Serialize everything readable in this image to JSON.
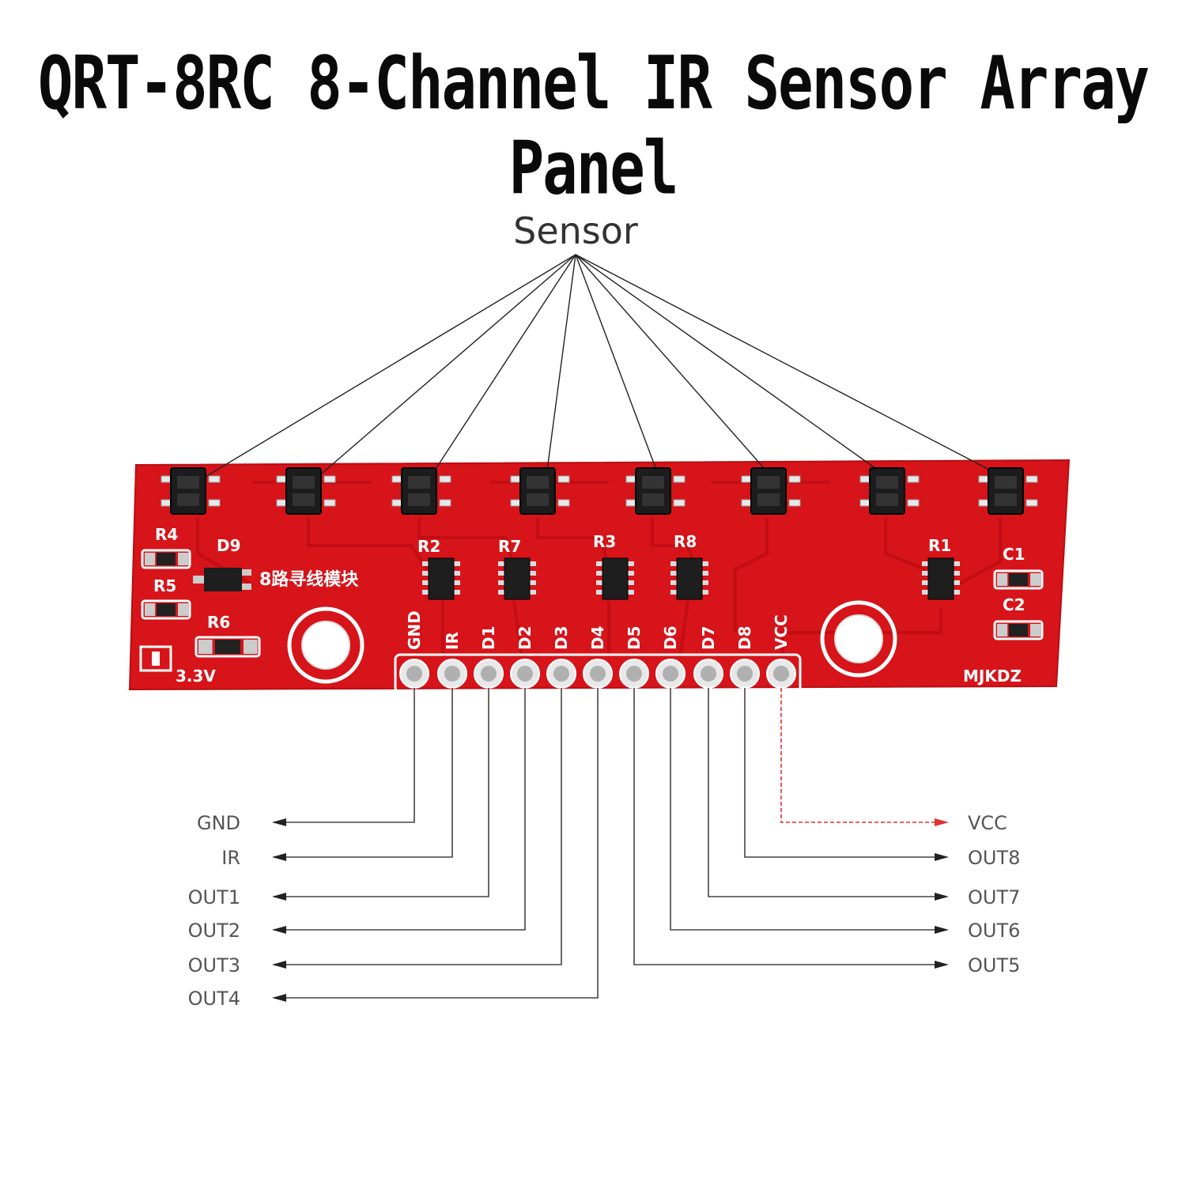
{
  "title": "QRT-8RC 8-Channel IR Sensor Array Panel",
  "sensor_label": "Sensor",
  "board": {
    "color": "#d6141a",
    "silk_color": "#ffffff",
    "components": [
      "R4",
      "D9",
      "R5",
      "R6",
      "R2",
      "R7",
      "R3",
      "R8",
      "R1",
      "C1",
      "C2"
    ],
    "voltage_label": "3.3V",
    "chinese_label": "8路寻线模块",
    "brand_label": "MJKDZ",
    "pins": [
      "GND",
      "IR",
      "D1",
      "D2",
      "D3",
      "D4",
      "D5",
      "D6",
      "D7",
      "D8",
      "VCC"
    ]
  },
  "outputs_left": [
    "GND",
    "IR",
    "OUT1",
    "OUT2",
    "OUT3",
    "OUT4"
  ],
  "outputs_right": [
    "VCC",
    "OUT8",
    "OUT7",
    "OUT6",
    "OUT5"
  ],
  "colors": {
    "line": "#444444",
    "vcc_line": "#e03030",
    "label": "#555555"
  },
  "icons": [
    "sensor-icon",
    "mounting-hole-icon",
    "header-pin-icon",
    "arrow-icon"
  ]
}
